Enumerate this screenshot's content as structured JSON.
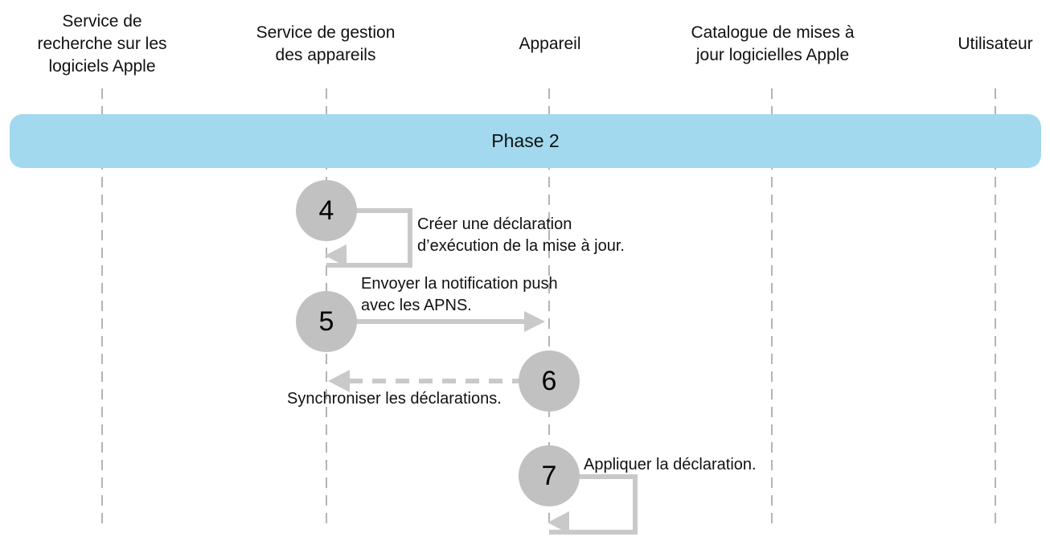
{
  "diagram": {
    "type": "sequence-diagram",
    "phase_band": {
      "label": "Phase 2"
    },
    "actors": [
      {
        "id": "service-recherche",
        "label": "Service de\nrecherche sur les\nlogiciels Apple"
      },
      {
        "id": "service-gestion",
        "label": "Service de gestion\ndes appareils"
      },
      {
        "id": "appareil",
        "label": "Appareil"
      },
      {
        "id": "catalogue",
        "label": "Catalogue de mises à\njour logicielles Apple"
      },
      {
        "id": "utilisateur",
        "label": "Utilisateur"
      }
    ],
    "steps": [
      {
        "number": "4",
        "label": "Créer une déclaration\nd’exécution de la mise à jour.",
        "from": "service-gestion",
        "to": "service-gestion",
        "style": "self-loop-solid"
      },
      {
        "number": "5",
        "label": "Envoyer la notification push\navec les APNS.",
        "from": "service-gestion",
        "to": "appareil",
        "style": "solid-arrow-right"
      },
      {
        "number": "6",
        "label": "Synchroniser les déclarations.",
        "from": "appareil",
        "to": "service-gestion",
        "style": "dashed-arrow-left"
      },
      {
        "number": "7",
        "label": "Appliquer la déclaration.",
        "from": "appareil",
        "to": "appareil",
        "style": "self-loop-solid"
      }
    ],
    "colors": {
      "circle": "#c1c1c1",
      "arrow": "#c9c9c9",
      "lifeline": "#b4b4b4",
      "band": "#a2d9ee",
      "text": "#111111"
    }
  }
}
